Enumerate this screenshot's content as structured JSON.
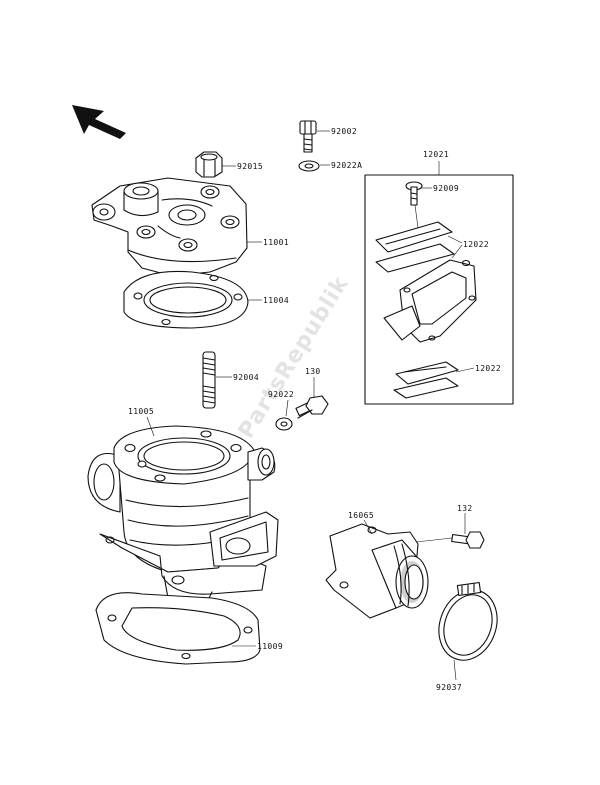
{
  "watermark": "PartsRepublik",
  "callouts": {
    "c92002": "92002",
    "c92022a": "92022A",
    "c92015": "92015",
    "c11001": "11001",
    "c11004": "11004",
    "c12021": "12021",
    "c92009": "92009",
    "c12022a": "12022",
    "c12022b": "12022",
    "c92004": "92004",
    "c92022": "92022",
    "c130": "130",
    "c11005": "11005",
    "c16065": "16065",
    "c132": "132",
    "c11009": "11009",
    "c92037": "92037"
  }
}
